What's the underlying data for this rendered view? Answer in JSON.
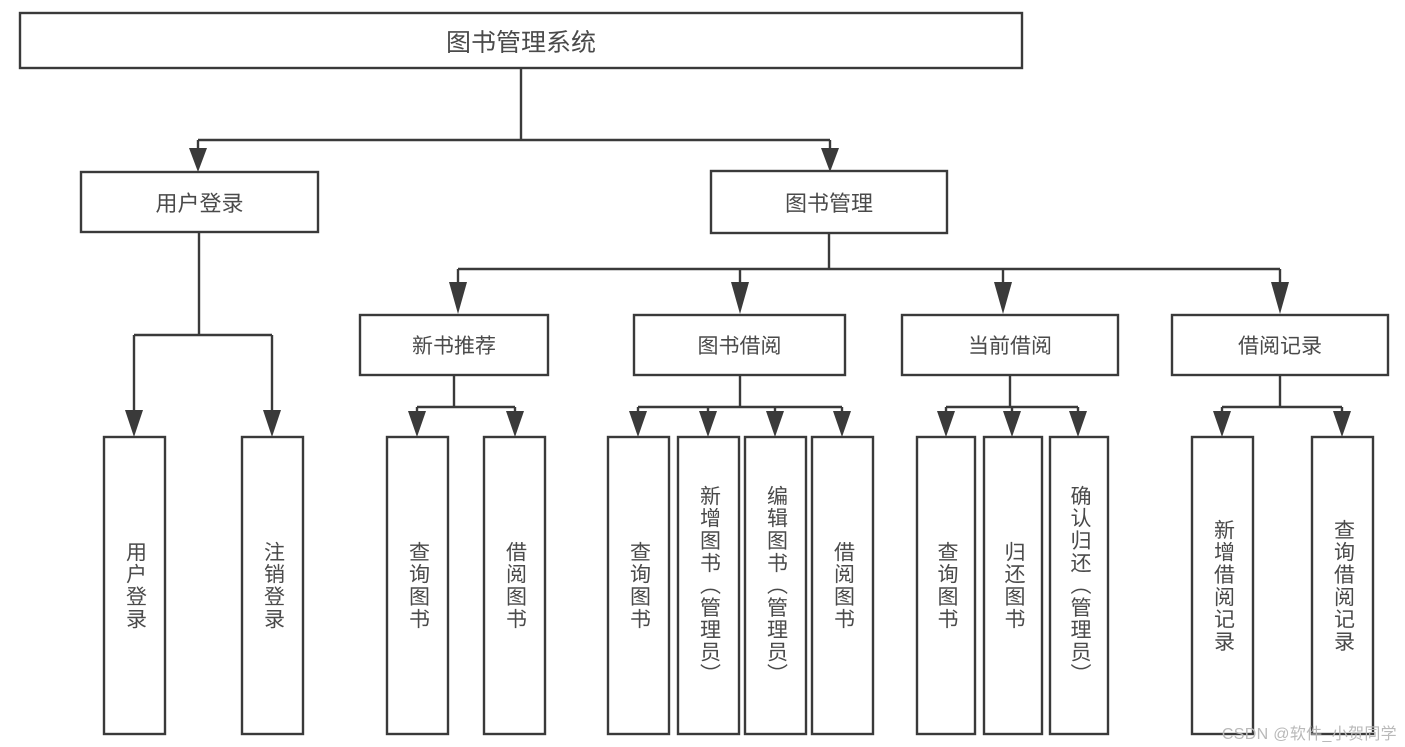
{
  "diagram": {
    "type": "tree-hierarchy-diagram",
    "title": "图书管理系统",
    "colors": {
      "background": "#ffffff",
      "box_stroke": "#3a3a3a",
      "box_fill": "#ffffff",
      "text": "#4a4a4a",
      "watermark": "#b9b9b9"
    },
    "root": {
      "label": "图书管理系统"
    },
    "level1": [
      {
        "label": "用户登录"
      },
      {
        "label": "图书管理"
      }
    ],
    "level2": [
      {
        "label": "新书推荐"
      },
      {
        "label": "图书借阅"
      },
      {
        "label": "当前借阅"
      },
      {
        "label": "借阅记录"
      }
    ],
    "leaves": {
      "user_login": [
        {
          "label": "用户登录"
        },
        {
          "label": "注销登录"
        }
      ],
      "new_book_recommend": [
        {
          "label": "查询图书"
        },
        {
          "label": "借阅图书"
        }
      ],
      "book_borrow": [
        {
          "label": "查询图书"
        },
        {
          "label": "新增图书（管理员）"
        },
        {
          "label": "编辑图书（管理员）"
        },
        {
          "label": "借阅图书"
        }
      ],
      "current_borrow": [
        {
          "label": "查询图书"
        },
        {
          "label": "归还图书"
        },
        {
          "label": "确认归还（管理员）"
        }
      ],
      "borrow_record": [
        {
          "label": "新增借阅记录"
        },
        {
          "label": "查询借阅记录"
        }
      ]
    }
  },
  "watermark": {
    "text": "CSDN @软件_小贺同学"
  }
}
